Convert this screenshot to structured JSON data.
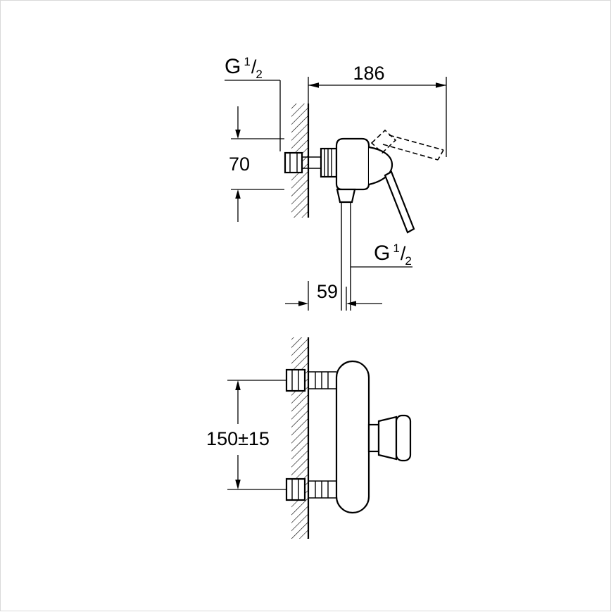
{
  "colors": {
    "line": "#000000",
    "background": "#ffffff"
  },
  "labels": {
    "thread_top": {
      "base": "G",
      "sup": "1",
      "slash": "/",
      "sub": "2"
    },
    "thread_outlet": {
      "base": "G",
      "sup": "1",
      "slash": "/",
      "sub": "2"
    }
  },
  "dimensions": {
    "depth": "186",
    "height": "70",
    "outlet_offset": "59",
    "center_distance": "150±15"
  }
}
